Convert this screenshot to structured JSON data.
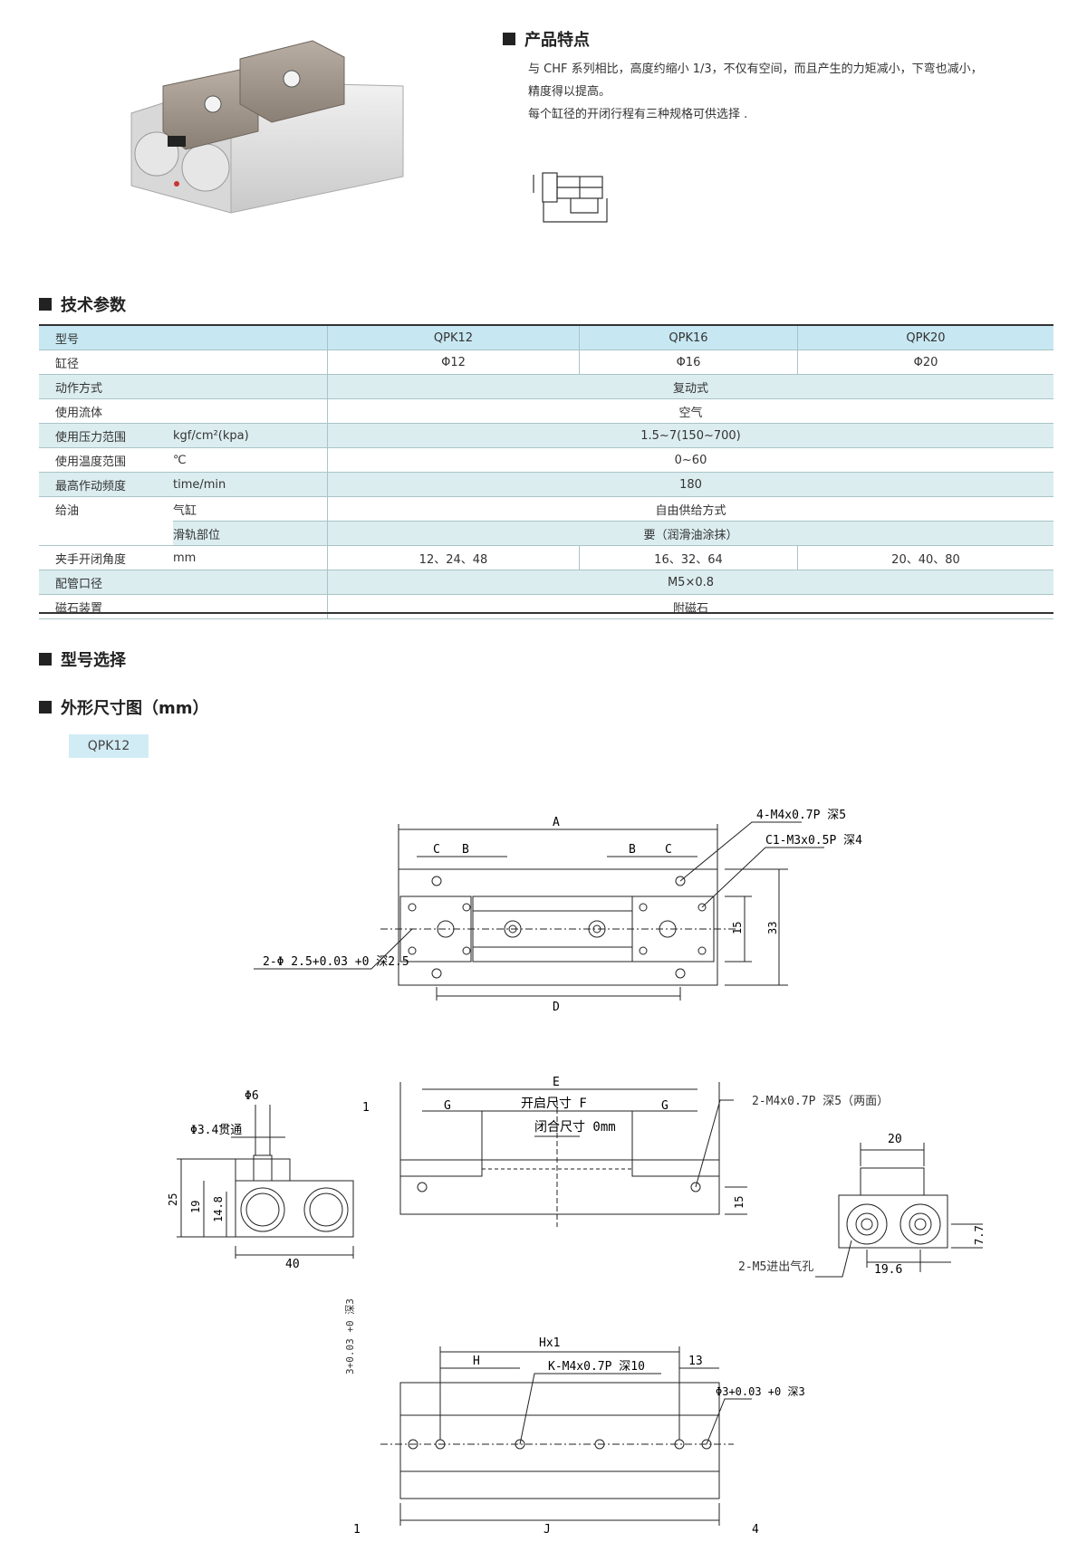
{
  "features": {
    "title": "产品特点",
    "lines": [
      "与 CHF 系列相比，高度约缩小 1/3，不仅有空间，而且产生的力矩减小，下弯也减小，",
      "精度得以提高。",
      "每个缸径的开闭行程有三种规格可供选择 ."
    ]
  },
  "spec": {
    "title": "技术参数",
    "header": {
      "label": "型号",
      "models": [
        "QPK12",
        "QPK16",
        "QPK20"
      ]
    },
    "bore": {
      "label": "缸径",
      "values": [
        "Φ12",
        "Φ16",
        "Φ20"
      ]
    },
    "action": {
      "label": "动作方式",
      "value": "复动式"
    },
    "fluid": {
      "label": "使用流体",
      "value": "空气"
    },
    "pressure": {
      "label": "使用压力范围",
      "unit": "kgf/cm²(kpa)",
      "value": "1.5~7(150~700)"
    },
    "temp": {
      "label": "使用温度范围",
      "unit": "℃",
      "value": "0~60"
    },
    "freq": {
      "label": "最高作动频度",
      "unit": "time/min",
      "value": "180"
    },
    "oil": {
      "label": "给油",
      "sub1": "气缸",
      "val1": "自由供给方式",
      "sub2": "滑轨部位",
      "val2": "要（润滑油涂抹）"
    },
    "stroke": {
      "label": "夹手开闭角度",
      "unit": "mm",
      "values": [
        "12、24、48",
        "16、32、64",
        "20、40、80"
      ]
    },
    "port": {
      "label": "配管口径",
      "value": "M5×0.8"
    },
    "magnet": {
      "label": "磁石装置",
      "value": "附磁石"
    }
  },
  "model_select": {
    "title": "型号选择"
  },
  "dimensions": {
    "title": "外形尺寸图（mm）",
    "tag": "QPK12"
  },
  "drawing": {
    "top": {
      "A": "A",
      "B": "B",
      "C": "C",
      "D": "D",
      "holes1": "4-M4x0.7P 深5",
      "holes2": "C1-M3x0.5P 深4",
      "pin": "2-Φ 2.5+0.03 +0 深2.5",
      "d15": "15",
      "d33": "33"
    },
    "side": {
      "phi6": "Φ6",
      "phi34": "Φ3.4贯通",
      "d25": "25",
      "d19": "19",
      "d148": "14.8",
      "d40": "40"
    },
    "front": {
      "E": "E",
      "one": "1",
      "G": "G",
      "open": "开启尺寸 F",
      "close": "闭合尺寸 0mm",
      "holes": "2-M4x0.7P 深5（两面）",
      "d15": "15"
    },
    "end": {
      "d20": "20",
      "d77": "7.7",
      "d196": "19.6",
      "port": "2-M5进出气孔"
    },
    "bottom": {
      "Hx1": "Hx1",
      "H": "H",
      "K": "K-M4x0.7P 深10",
      "d13": "13",
      "phi3": "Φ3+0.03 +0 深3",
      "depth3": "3+0.03 +0 深3",
      "J": "J",
      "one": "1",
      "four": "4"
    }
  }
}
